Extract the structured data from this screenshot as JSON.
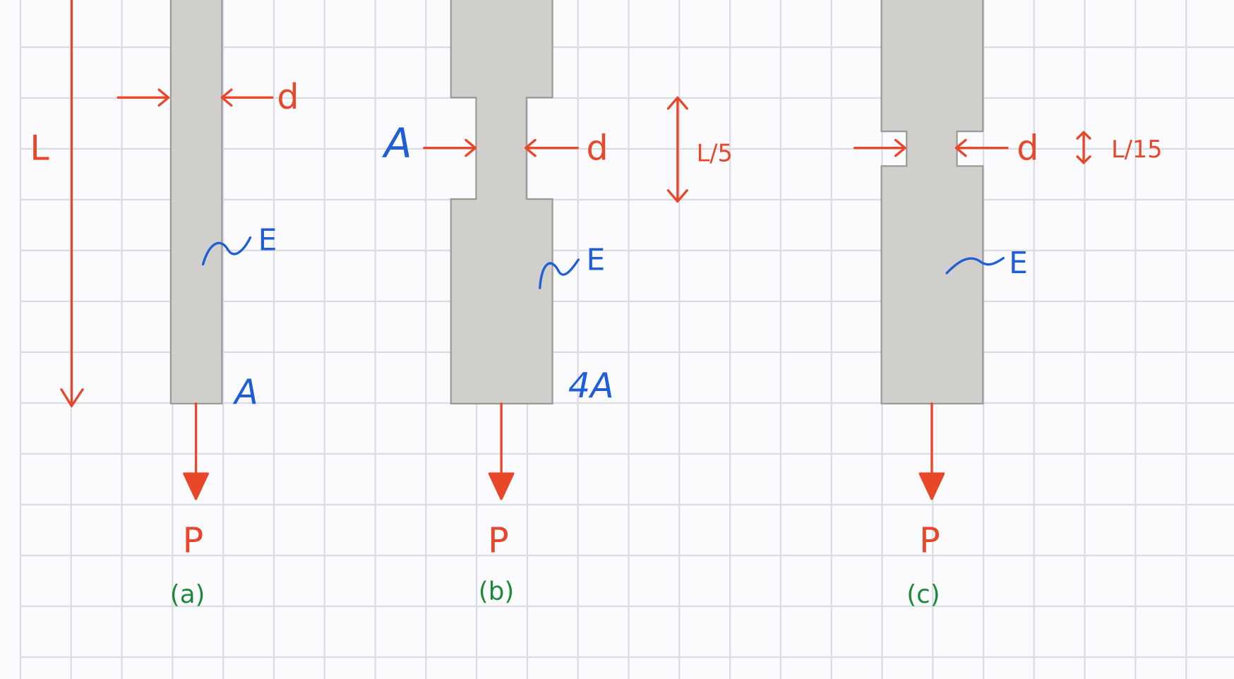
{
  "colors": {
    "red": "#e8472a",
    "blue": "#1f5fd6",
    "green": "#1c8a3a",
    "bar": "#d1cfcc",
    "grid": "#d9dce3"
  },
  "labels": {
    "L": "L",
    "d": "d",
    "A": "A",
    "E": "E",
    "fourA": "4A",
    "P": "P",
    "L5": "L/5",
    "L15": "L/15",
    "a": "(a)",
    "b": "(b)",
    "c": "(c)"
  }
}
